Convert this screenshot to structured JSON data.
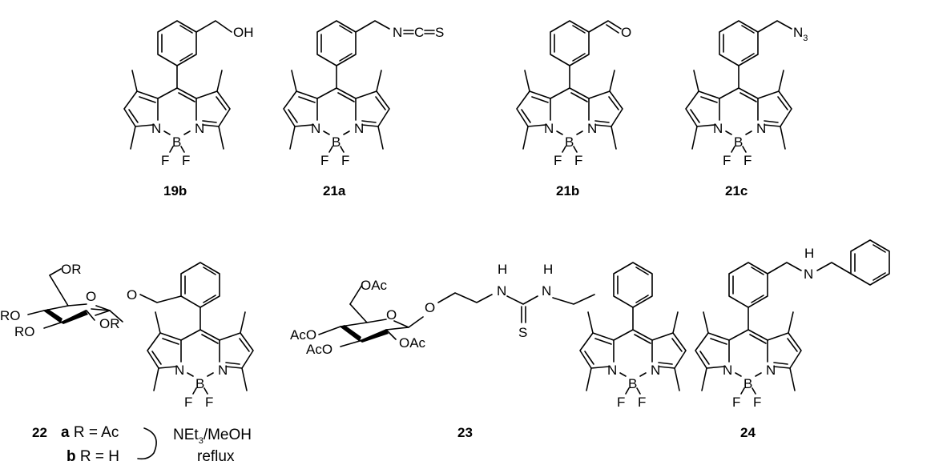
{
  "figure": {
    "compounds": [
      {
        "id": "19b",
        "label": "19b",
        "substituent": "OH"
      },
      {
        "id": "21a",
        "label": "21a",
        "substituent": "N=C=S",
        "substituent_parts": [
          "N",
          "C",
          "S"
        ]
      },
      {
        "id": "21b",
        "label": "21b",
        "substituent": "O"
      },
      {
        "id": "21c",
        "label": "21c",
        "substituent": "N3",
        "substituent_main": "N",
        "substituent_sub": "3"
      },
      {
        "id": "22",
        "label": "22",
        "sugar_groups": [
          "OR",
          "O",
          "O",
          "RO",
          "RO",
          "OR"
        ]
      },
      {
        "id": "23",
        "label": "23",
        "sugar_groups": [
          "OAc",
          "O",
          "O",
          "AcO",
          "AcO",
          "OAc"
        ],
        "linker": [
          "H",
          "N",
          "H",
          "N",
          "S"
        ]
      },
      {
        "id": "24",
        "label": "24",
        "linker": [
          "H",
          "N"
        ]
      }
    ],
    "core_atoms": {
      "n_left": "N",
      "n_right": "N",
      "boron": "B",
      "f_left": "F",
      "f_right": "F"
    },
    "variants_22": [
      {
        "letter": "a",
        "definition": "R = Ac"
      },
      {
        "letter": "b",
        "definition": "R = H"
      }
    ],
    "reaction": {
      "reagent_main": "NEt",
      "reagent_sub": "3",
      "reagent_rest": "/MeOH",
      "condition": "reflux"
    }
  }
}
